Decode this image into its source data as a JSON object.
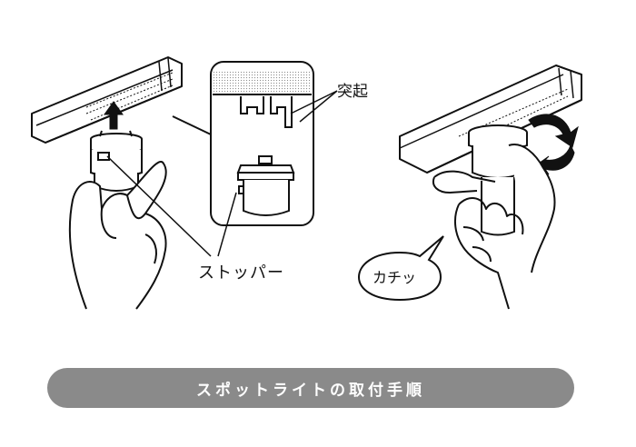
{
  "labels": {
    "protrusion": "突起",
    "stopper": "ストッパー",
    "click_sound": "カチッ"
  },
  "banner": {
    "title": "スポットライトの取付手順",
    "color": "#8a8a8a"
  },
  "colors": {
    "line": "#111111",
    "fill": "#ffffff",
    "dots": "#9a9a9a"
  }
}
